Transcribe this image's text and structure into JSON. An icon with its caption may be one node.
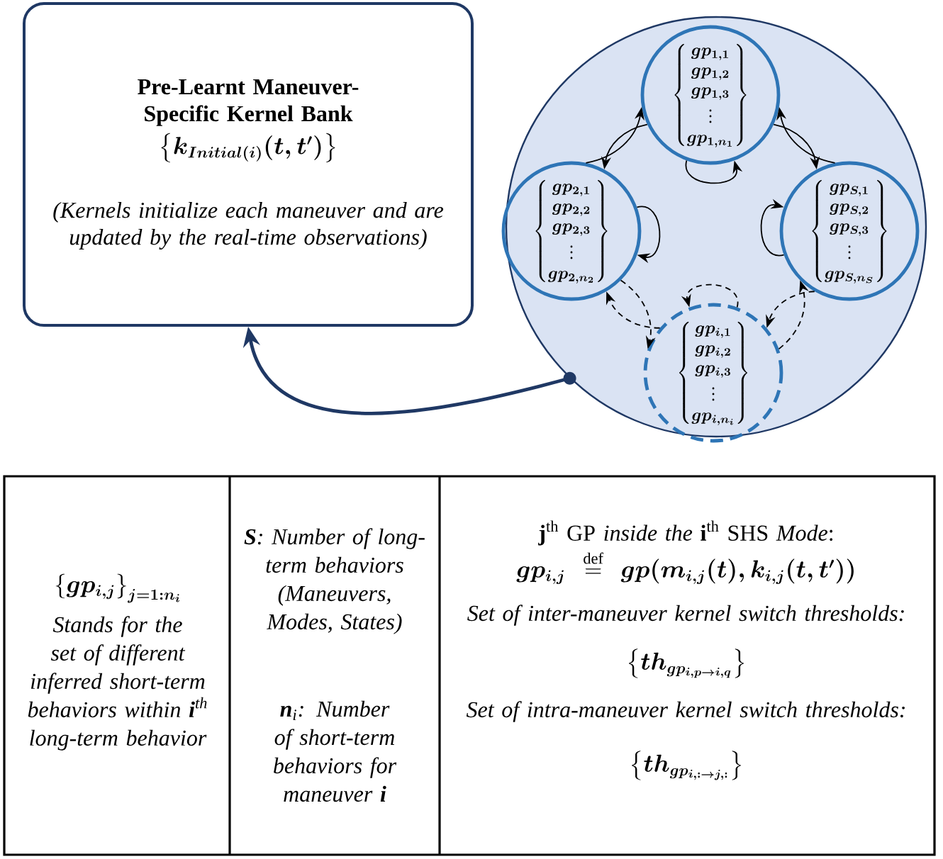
{
  "diagram": {
    "nodes": [
      {
        "text": [
          "Pre-Learnt Maneuver- Specific Kernel Bank",
          "\\left\\{\\boldsymbol{k_{Initial(i)}(t,t')}\\right\\}",
          "(Kernels initialize each maneuver and are updated by the real-time observations)"
        ]
      },
      {
        "text": [],
        "shape": "circle"
      },
      {
        "text": [
          "\\begin{Bmatrix}\\boldsymbol{gp_{1,1}}\\\\ \\boldsymbol{gp_{1,2}}\\\\ \\boldsymbol{gp_{1,3}}\\\\ \\vdots\\\\ \\boldsymbol{gp_{1,n_1}}\\end{Bmatrix}"
        ],
        "in": 1
      },
      {
        "text": [
          "\\begin{Bmatrix}\\boldsymbol{gp_{2,1}}\\\\ \\boldsymbol{gp_{2,2}}\\\\ \\boldsymbol{gp_{2,3}}\\\\ \\vdots\\\\ \\boldsymbol{gp_{2,n_2}}\\end{Bmatrix}"
        ],
        "in": 1
      },
      {
        "text": [
          "\\begin{Bmatrix}\\boldsymbol{gp_{S,1}}\\\\ \\boldsymbol{gp_{S,2}}\\\\ \\boldsymbol{gp_{S,3}}\\\\ \\vdots\\\\ \\boldsymbol{gp_{S,n_S}}\\end{Bmatrix}"
        ],
        "in": 1
      },
      {
        "text": [
          "\\begin{Bmatrix}\\boldsymbol{gp_{i,1}}\\\\ \\boldsymbol{gp_{i,2}}\\\\ \\boldsymbol{gp_{i,3}}\\\\ \\vdots\\\\ \\boldsymbol{gp_{i,n_i}}\\end{Bmatrix}"
        ],
        "in": 1
      }
    ],
    "edges": [
      {
        "from": 2,
        "to": 3,
        "arrow": "to"
      },
      {
        "from": 3,
        "to": 2,
        "arrow": "to"
      },
      {
        "from": 2,
        "to": 4,
        "arrow": "to"
      },
      {
        "from": 4,
        "to": 2,
        "arrow": "to"
      },
      {
        "from": 2,
        "to": 2,
        "arrow": "to"
      },
      {
        "from": 3,
        "to": 3,
        "arrow": "to"
      },
      {
        "from": 4,
        "to": 4,
        "arrow": "to"
      },
      {
        "from": 3,
        "to": 5,
        "arrow": "to",
        "style": "dashed"
      },
      {
        "from": 5,
        "to": 3,
        "arrow": "to",
        "style": "dashed"
      },
      {
        "from": 4,
        "to": 5,
        "arrow": "to",
        "style": "dashed"
      },
      {
        "from": 5,
        "to": 4,
        "arrow": "to",
        "style": "dashed"
      },
      {
        "from": 5,
        "to": 5,
        "arrow": "to",
        "style": "dashed"
      },
      {
        "from": 1,
        "to": 0,
        "arrow": "to",
        "style": "thick",
        "color": "#1f3864"
      }
    ],
    "labels": [
      "\\left\\{\\boldsymbol{gp_{i,j}}\\right\\}_{\\boldsymbol{j=1:n_i}}",
      "Stands for the set of different inferred short-term behaviors within **i**$^{th}$ long-term behavior",
      "**S**: Number of long-term behaviors (Maneuvers, Modes, States)",
      "**n**$_{i}$: Number of short-term behaviors for maneuver **i**",
      "**j**$^{th}$ GP *inside the* **i**$^{th}$ SHS *Mode*:",
      "\\boldsymbol{gp_{i,j}} \\overset{\\mathrm{def}}{=} \\boldsymbol{gp(m_{i,j}(t),k_{i,j}(t,t'))}",
      "Set of inter-maneuver kernel switch thresholds:",
      "\\left\\{\\boldsymbol{th_{gp_{i,p\\to i,q}}}\\right\\}",
      "Set of intra-maneuver kernel switch thresholds:",
      "\\left\\{\\boldsymbol{th_{gp_{i,:\\to j,:}}}\\right\\}"
    ]
  }
}
